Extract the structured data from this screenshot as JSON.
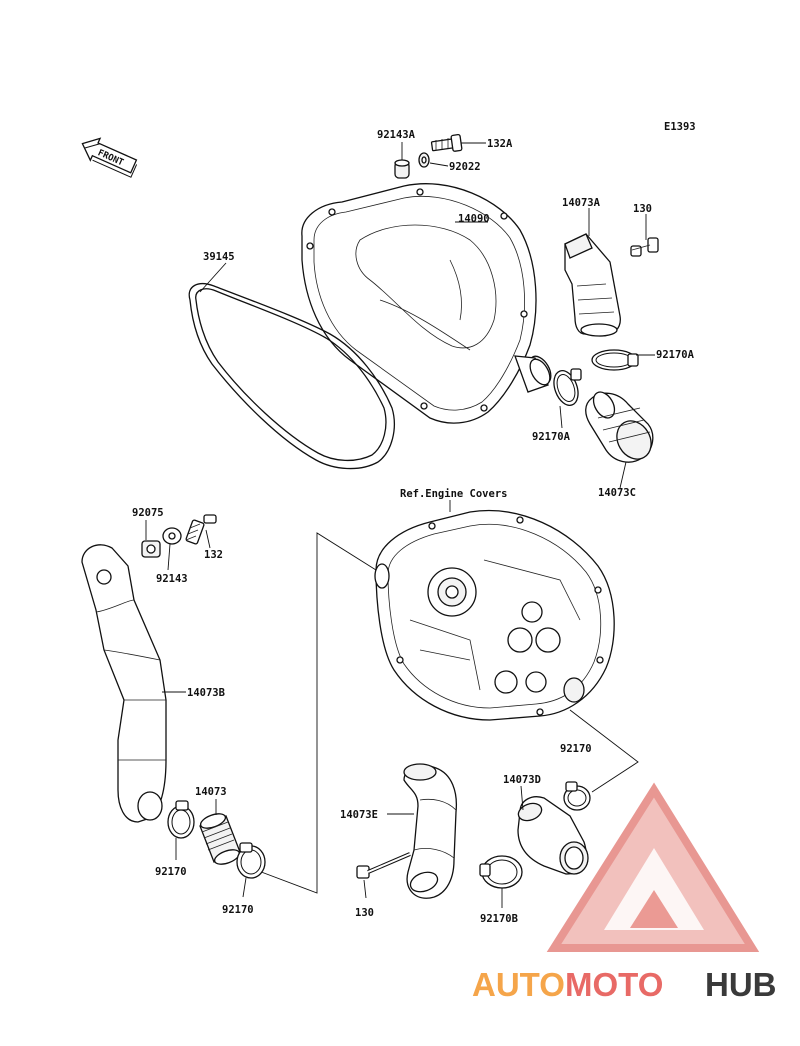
{
  "diagram_code": "E1393",
  "front_label": "FRONT",
  "ref_label": "Ref.Engine Covers",
  "callouts": {
    "p92143A": "92143A",
    "p132A": "132A",
    "p92022": "92022",
    "p14090": "14090",
    "p14073A": "14073A",
    "p130_top": "130",
    "p39145": "39145",
    "p92170A_right": "92170A",
    "p92170A_left": "92170A",
    "p14073C": "14073C",
    "p92075": "92075",
    "p132": "132",
    "p92143": "92143",
    "p14073B": "14073B",
    "p92170_mid": "92170",
    "p14073": "14073",
    "p92170_left": "92170",
    "p92170_lower": "92170",
    "p14073D": "14073D",
    "p14073E": "14073E",
    "p130_bottom": "130",
    "p92170B": "92170B"
  },
  "watermark": {
    "part1": "AUTO",
    "part2": "MOTO",
    "part3": "HUB",
    "color1": "#f5a54a",
    "color2": "#e86a66",
    "color3": "#3a3a3a"
  }
}
